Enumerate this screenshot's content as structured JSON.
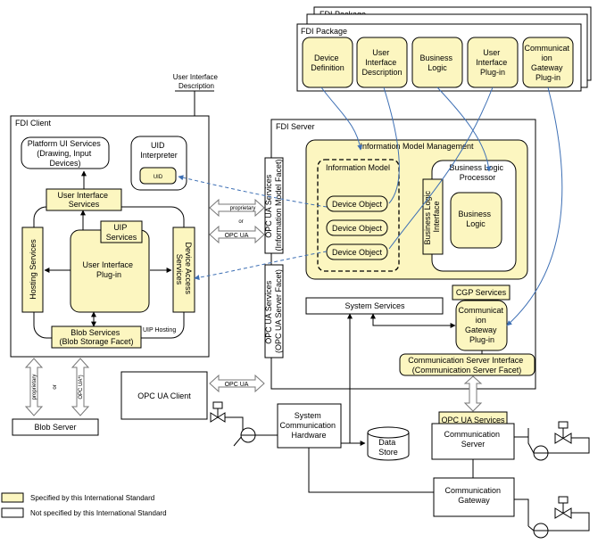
{
  "colors": {
    "specified_fill": "#fcf6c0",
    "arrow_blue": "#3d6fb4",
    "stroke": "#000000"
  },
  "fdi_package_back": {
    "title": "FDI Package"
  },
  "fdi_package": {
    "title": "FDI Package",
    "items": [
      {
        "lines": [
          "Device",
          "Definition"
        ]
      },
      {
        "lines": [
          "User",
          "Interface",
          "Description"
        ]
      },
      {
        "lines": [
          "Business",
          "Logic"
        ]
      },
      {
        "lines": [
          "User",
          "Interface",
          "Plug-in"
        ]
      },
      {
        "lines": [
          "Communicat",
          "ion",
          "Gateway",
          "Plug-in"
        ]
      }
    ]
  },
  "uid_note": {
    "lines": [
      "User Interface",
      "Description"
    ]
  },
  "fdi_client": {
    "title": "FDI Client",
    "platform_ui": {
      "lines": [
        "Platform UI Services",
        "(Drawing, Input",
        "Devices)"
      ]
    },
    "uid_interpreter": {
      "lines": [
        "UID",
        "Interpreter"
      ],
      "uid_label": "UID"
    },
    "ui_services": {
      "lines": [
        "User Interface",
        "Services"
      ]
    },
    "uip_services": {
      "lines": [
        "UIP",
        "Services"
      ]
    },
    "hosting": "Hosting Services",
    "ui_plugin": {
      "lines": [
        "User Interface",
        "Plug-in"
      ]
    },
    "device_access": {
      "lines": [
        "Device Access",
        "Services"
      ]
    },
    "blob": {
      "lines": [
        "Blob Services",
        "(Blob Storage Facet)"
      ]
    },
    "uip_hosting": "UIP Hosting"
  },
  "fdi_server": {
    "title": "FDI Server",
    "opc_im_facet": {
      "lines": [
        "OPC UA Services",
        "(Information Model Facet)"
      ]
    },
    "opc_server_facet": {
      "lines": [
        "OPC UA Services",
        "(OPC UA Server Facet)"
      ]
    },
    "imm_title": "Information Model Management",
    "info_model": {
      "title": "Information Model",
      "objects": [
        "Device Object",
        "Device Object",
        "Device Object"
      ]
    },
    "blp": {
      "lines": [
        "Business Logic",
        "Processor"
      ],
      "interface": {
        "lines": [
          "Business Logic",
          "Interface"
        ]
      },
      "bl": {
        "lines": [
          "Business",
          "Logic"
        ]
      }
    },
    "system_services": "System Services",
    "cgp_services": "CGP Services",
    "cgp_plugin": {
      "lines": [
        "Communicat",
        "ion",
        "Gateway",
        "Plug-in"
      ]
    },
    "csi": {
      "lines": [
        "Communication Server Interface",
        "(Communication Server Facet)"
      ]
    }
  },
  "links": {
    "proprietary": "proprietary",
    "or": "or",
    "opc_ua": "OPC UA",
    "opc_ua_star": "OPC UA*)"
  },
  "opc_ua_client": "OPC UA Client",
  "blob_server": "Blob Server",
  "sys_comm_hw": {
    "lines": [
      "System",
      "Communication",
      "Hardware"
    ]
  },
  "data_store": {
    "lines": [
      "Data",
      "Store"
    ]
  },
  "comm_server": {
    "opc": "OPC UA Services",
    "lines": [
      "Communication",
      "Server"
    ]
  },
  "comm_gateway": {
    "lines": [
      "Communication",
      "Gateway"
    ]
  },
  "legend": {
    "specified": "Specified by this International Standard",
    "not_specified": "Not specified by this International Standard"
  }
}
